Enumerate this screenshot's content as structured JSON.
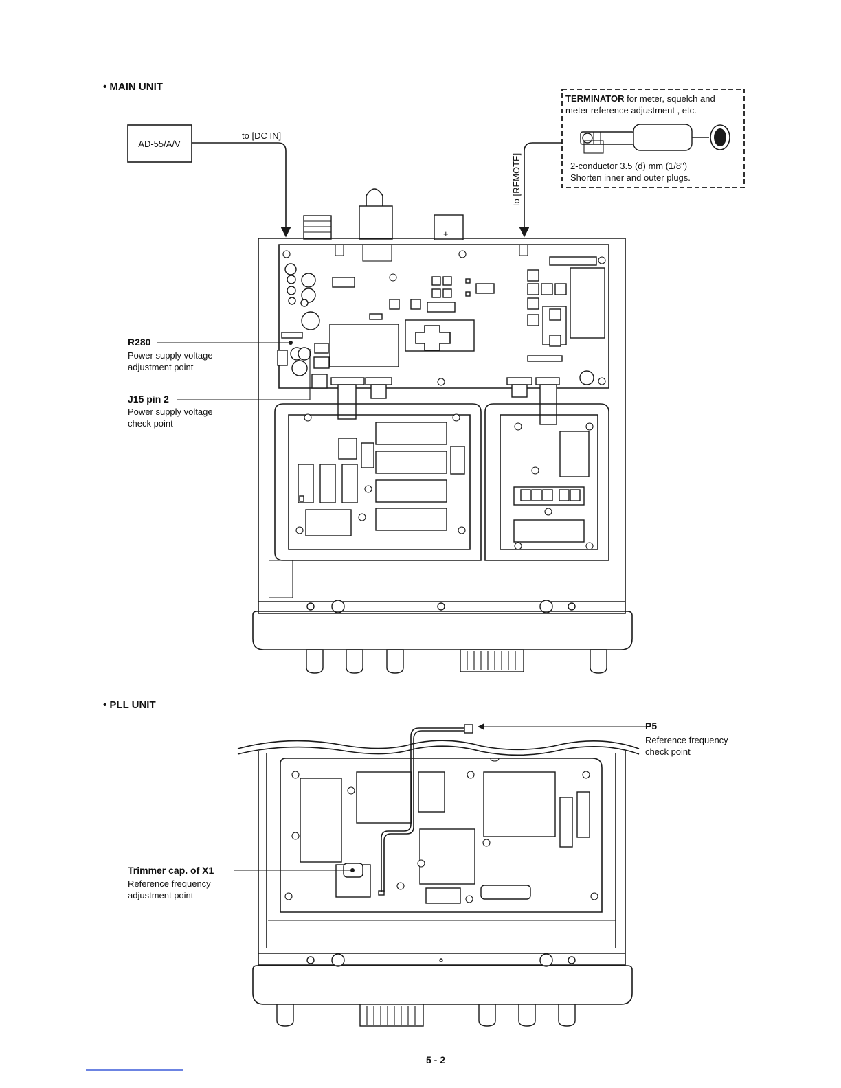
{
  "main_unit": {
    "heading": "• MAIN UNIT",
    "adapter_label": "AD-55/A/V",
    "dc_in_label": "to [DC IN]",
    "remote_label": "to [REMOTE]",
    "terminator": {
      "title_bold": "TERMINATOR",
      "title_rest": " for meter, squelch and",
      "title_line2": "meter reference adjustment , etc.",
      "plug_line1": "2-conductor 3.5 (d) mm (1/8\")",
      "plug_line2": "Shorten inner and outer plugs."
    },
    "r280": {
      "name": "R280",
      "line1": "Power supply voltage",
      "line2": "adjustment point"
    },
    "j15": {
      "name": "J15 pin 2",
      "line1": "Power supply voltage",
      "line2": "check point"
    }
  },
  "pll_unit": {
    "heading": "• PLL UNIT",
    "p5": {
      "name": "P5",
      "line1": "Reference frequency",
      "line2": "check point"
    },
    "trimmer": {
      "name": "Trimmer cap. of X1",
      "line1": "Reference frequency",
      "line2": "adjustment point"
    }
  },
  "page_number": "5 - 2",
  "colors": {
    "ink": "#1a1a1a",
    "paper": "#ffffff",
    "link_rule": "#3b5bd9"
  }
}
